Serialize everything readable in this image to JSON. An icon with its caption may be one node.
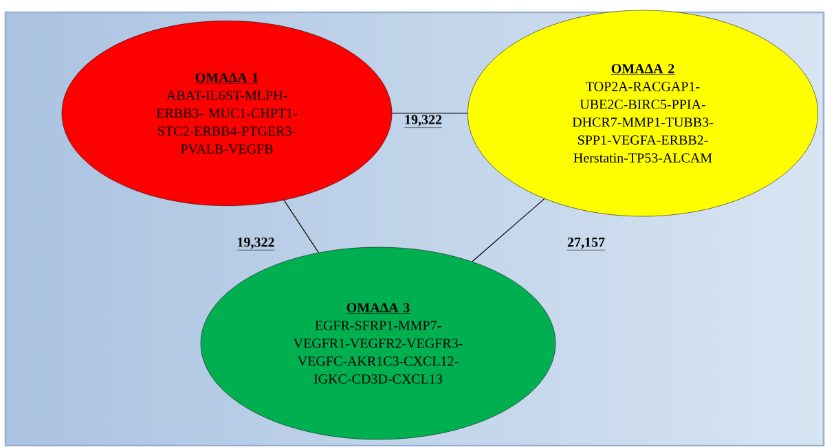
{
  "diagram": {
    "nodes": [
      {
        "text": [
          "ΟΜΑΔΑ 1",
          "ABAT-IL6ST-MLPH- ERBB3- MUC1-CHPT1- STC2-ERBB4-PTGER3- PVALB-VEGFB"
        ]
      },
      {
        "text": [
          "ΟΜΑΔΑ 2",
          "TOP2A-RACGAP1- UBE2C-BIRC5-PPIA- DHCR7-MMP1-TUBB3- SPP1-VEGFA-ERBB2- Herstatin-TP53-ALCAM"
        ]
      },
      {
        "text": [
          "ΟΜΑΔΑ 3",
          "EGFR-SFRP1-MMP7- VEGFR1-VEGFR2-VEGFR3- VEGFC-AKR1C3-CXCL12- IGKC-CD3D-CXCL13"
        ]
      }
    ],
    "edges": [
      {
        "from": 0,
        "to": 1,
        "arrow": "none",
        "label": "19,322"
      },
      {
        "from": 0,
        "to": 2,
        "arrow": "none",
        "label": "19,322"
      },
      {
        "from": 1,
        "to": 2,
        "arrow": "none",
        "label": "27,157"
      }
    ]
  }
}
